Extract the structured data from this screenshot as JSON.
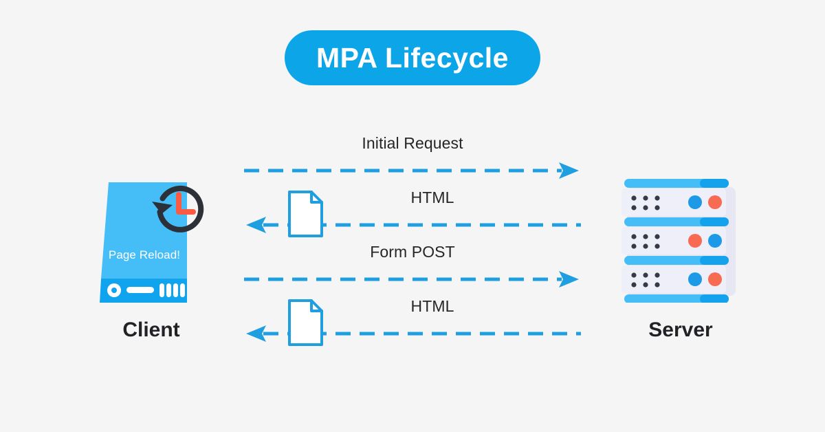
{
  "title": {
    "text": "MPA Lifecycle",
    "badge_color": "#0ba5e8",
    "text_color": "#ffffff"
  },
  "background_color": "#f5f5f5",
  "nodes": {
    "client": {
      "label": "Client",
      "device_text": "Page Reload!",
      "body_color": "#45bdf7",
      "base_color": "#11a4ee",
      "clock_ring_color": "#2c3038",
      "clock_hand_color": "#fb5b43",
      "clock_icon": "reload-clock-icon"
    },
    "server": {
      "label": "Server",
      "unit_body_color": "#efeff9",
      "bar_color": "#45bdf7",
      "bar_accent_color": "#14a2ed",
      "dot_color": "#343a47",
      "led_blue": "#1c9ae8",
      "led_red": "#f96a53",
      "unit_count": 3,
      "leds": [
        [
          "blue",
          "red"
        ],
        [
          "red",
          "blue"
        ],
        [
          "blue",
          "red"
        ]
      ]
    }
  },
  "flows": [
    {
      "label": "Initial Request",
      "direction": "right",
      "from": "client",
      "to": "server",
      "has_document": false,
      "line_color": "#1f9fdf"
    },
    {
      "label": "HTML",
      "direction": "left",
      "from": "server",
      "to": "client",
      "has_document": true,
      "document_icon": "document-icon",
      "line_color": "#1f9fdf"
    },
    {
      "label": "Form POST",
      "direction": "right",
      "from": "client",
      "to": "server",
      "has_document": false,
      "line_color": "#1f9fdf"
    },
    {
      "label": "HTML",
      "direction": "left",
      "from": "server",
      "to": "client",
      "has_document": true,
      "document_icon": "document-icon",
      "line_color": "#1f9fdf"
    }
  ]
}
